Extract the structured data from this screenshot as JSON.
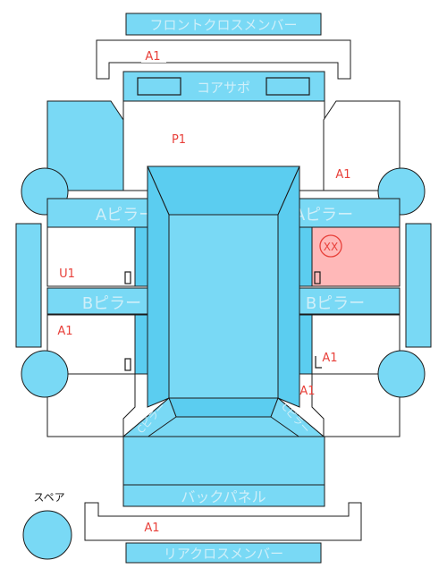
{
  "colors": {
    "panel": "#79d9f5",
    "damage_fill": "#ffb8b8",
    "code_text": "#e8403a",
    "outline": "#1b1b1b"
  },
  "labels": {
    "front_cross_member": "フロントクロスメンバー",
    "core_support": "コアサポ",
    "a_pillar_left": "Aピラー",
    "a_pillar_right": "Aピラー",
    "b_pillar_left": "Bピラー",
    "b_pillar_right": "Bピラー",
    "back_panel": "バックパネル",
    "rear_cross_member": "リアクロスメンバー",
    "spare": "スペア",
    "pillar_c_left": "Cピラー",
    "pillar_c_right": "Cピラー"
  },
  "codes": {
    "front_member": "A1",
    "hood": "P1",
    "right_front_fender": "A1",
    "left_front_door": "U1",
    "left_rear_door": "A1",
    "right_rear_door": "A1",
    "right_quarter": "A1",
    "rear_member": "A1",
    "right_front_door_mark": "XX"
  },
  "damage": {
    "right_front_door": "XX"
  }
}
